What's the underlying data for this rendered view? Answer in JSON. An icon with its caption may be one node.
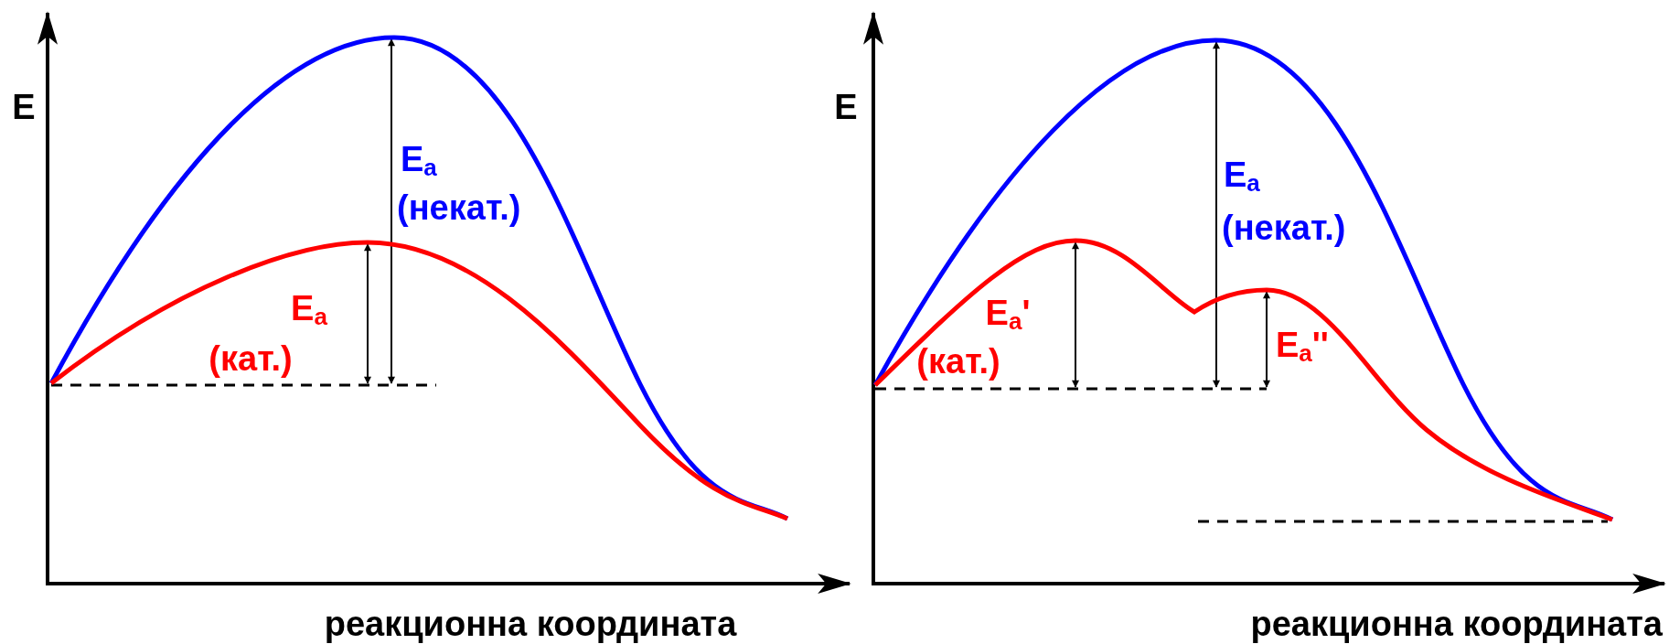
{
  "diagram": {
    "labels": [
      "E",
      "E$_{a}$",
      "(некат.)",
      "E$_{a}$",
      "(кат.)",
      "реакционна координата",
      "E",
      "E$_{a}$",
      "(некат.)",
      "E$_{a}$'",
      "(кат.)",
      "E$_{a}$''",
      "реакционна координата"
    ]
  }
}
